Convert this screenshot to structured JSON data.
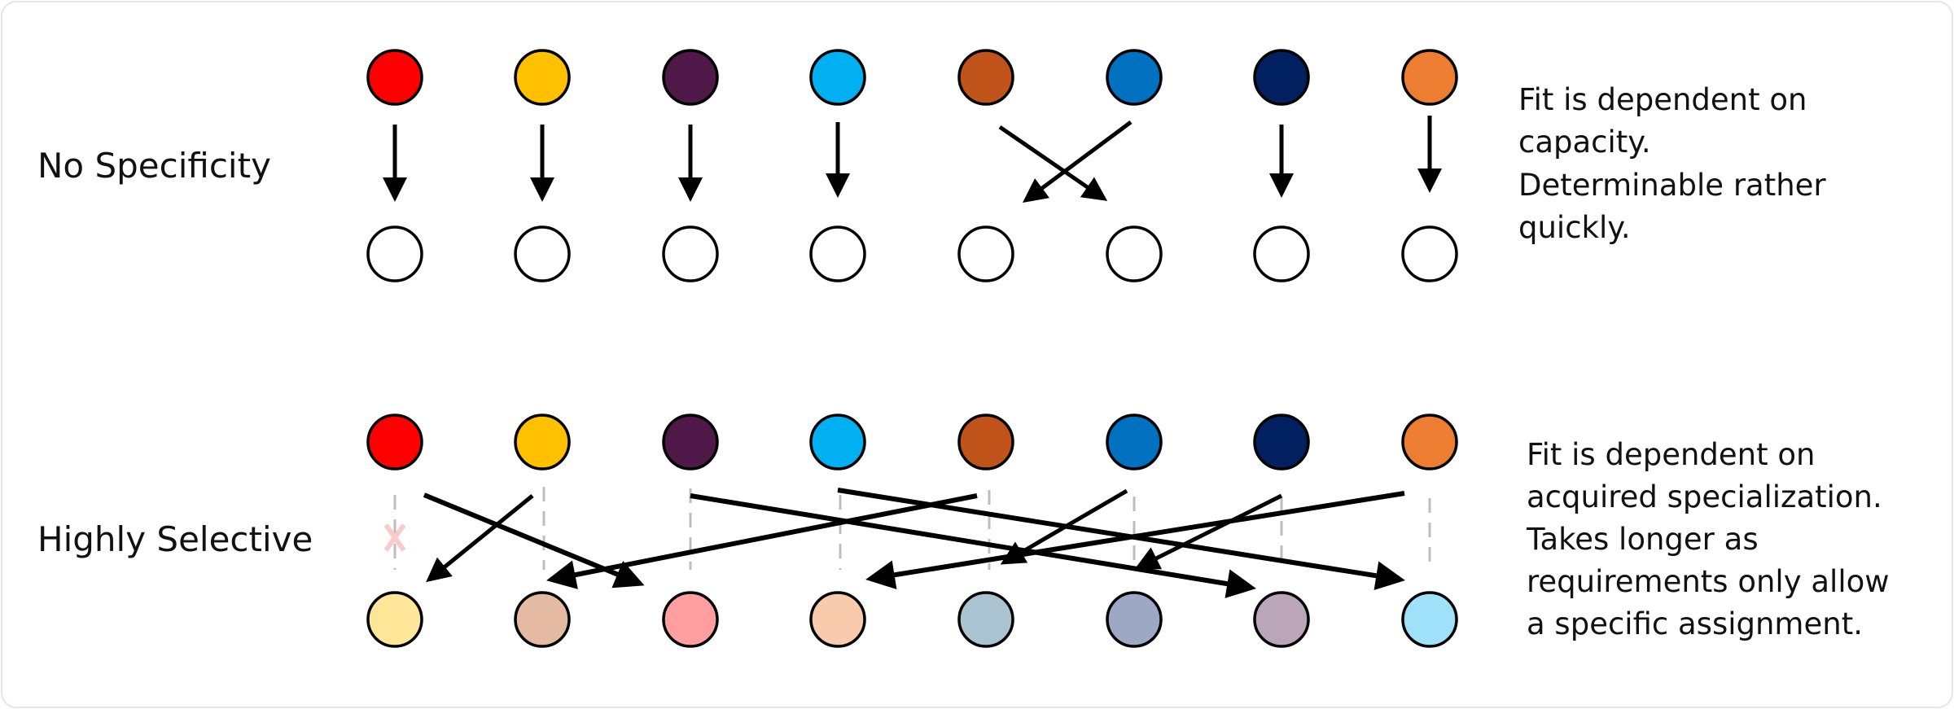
{
  "sections": [
    {
      "label": "No Specificity",
      "description": [
        "Fit is dependent on",
        "capacity.",
        "Determinable rather",
        "quickly."
      ],
      "source_colors": [
        "#FF0000",
        "#FFC000",
        "#4E1848",
        "#00B0F0",
        "#C0531A",
        "#0070C0",
        "#002060",
        "#ED7D31"
      ],
      "target_colors": [
        "#FFFFFF",
        "#FFFFFF",
        "#FFFFFF",
        "#FFFFFF",
        "#FFFFFF",
        "#FFFFFF",
        "#FFFFFF",
        "#FFFFFF"
      ],
      "assignments": [
        1,
        2,
        3,
        4,
        6,
        5,
        7,
        8
      ]
    },
    {
      "label": "Highly Selective",
      "description": [
        "Fit is dependent on",
        "acquired specialization.",
        "Takes longer as",
        "requirements only allow",
        "a specific assignment."
      ],
      "source_colors": [
        "#FF0000",
        "#FFC000",
        "#4E1848",
        "#00B0F0",
        "#C0531A",
        "#0070C0",
        "#002060",
        "#ED7D31"
      ],
      "target_colors": [
        "#FFE699",
        "#E4BBA2",
        "#FF9F9F",
        "#F8CBAD",
        "#A9C4D0",
        "#9DA9C4",
        "#BBA6B9",
        "#9FE1F8"
      ],
      "assignments": [
        3,
        1,
        7,
        8,
        2,
        5,
        6,
        4
      ],
      "x_mark_color": "#F8CBCB"
    }
  ]
}
